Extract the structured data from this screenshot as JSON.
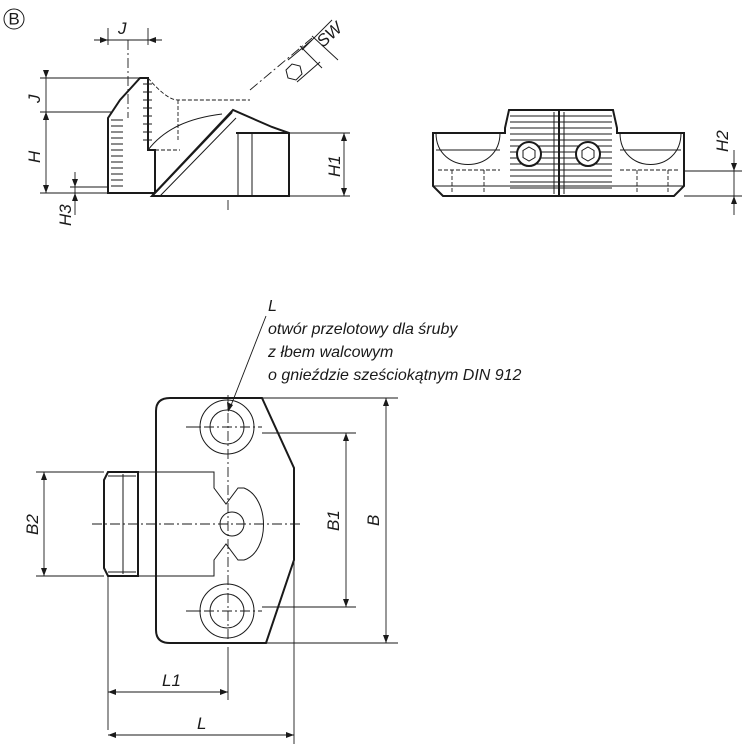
{
  "view_marker": "B",
  "side_view_labels": {
    "j_top": "J",
    "sw": "SW",
    "j_left": "J",
    "h": "H",
    "h3": "H3",
    "h1": "H1"
  },
  "front_view_labels": {
    "h2": "H2"
  },
  "top_view_labels": {
    "b2": "B2",
    "b1": "B1",
    "b": "B",
    "l1": "L1",
    "l": "L"
  },
  "callout": {
    "line1": "L",
    "line2": "otwór przelotowy dla śruby",
    "line3": "z łbem walcowym",
    "line4": "o gnieździe sześciokątnym DIN 912"
  }
}
